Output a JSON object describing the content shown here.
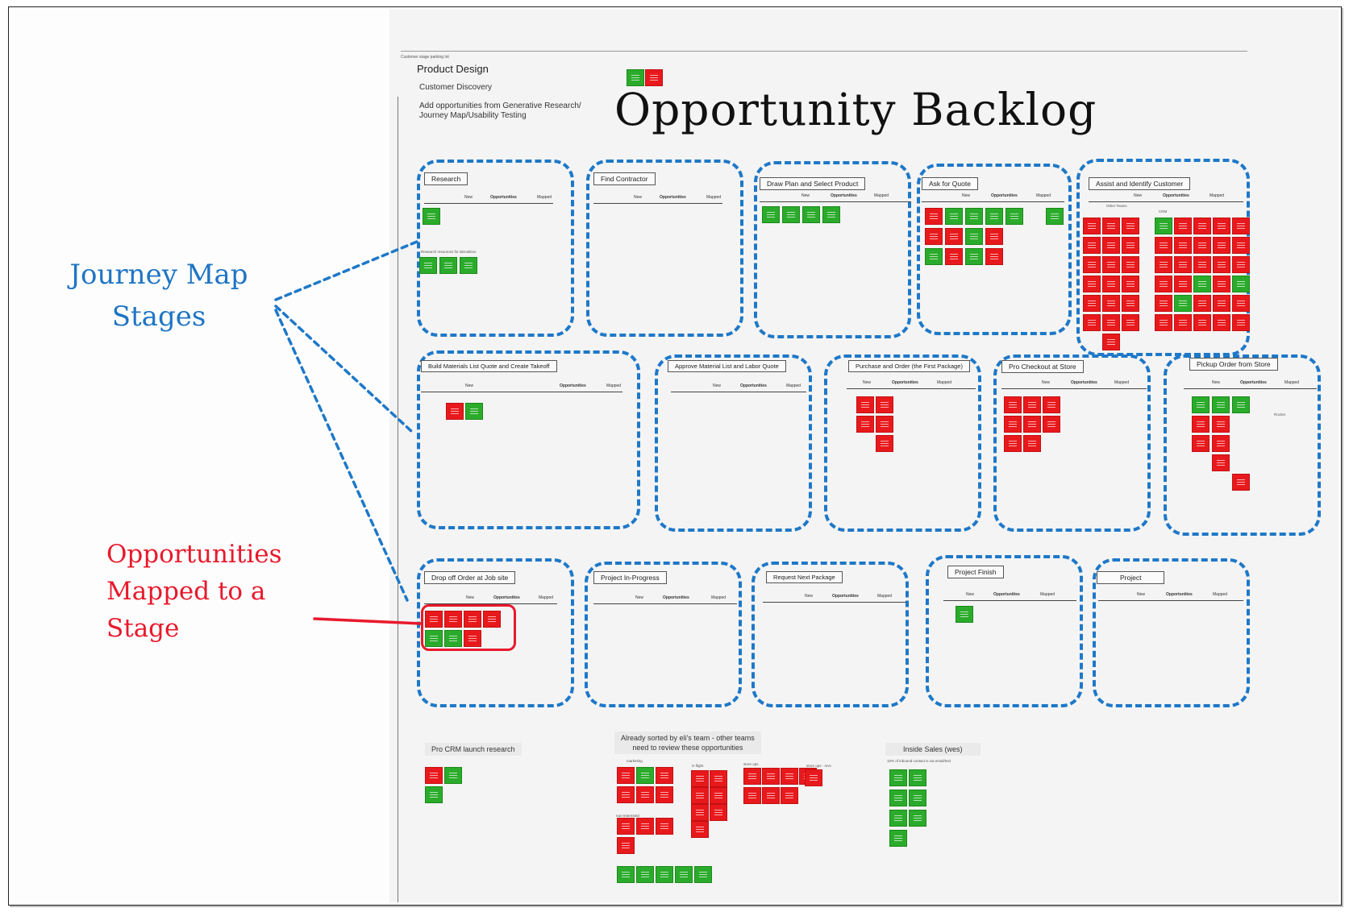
{
  "board": {
    "parking_label": "Customer stage parking lot",
    "product_design": "Product Design",
    "customer_discovery": "Customer Discovery",
    "add_note": "Add opportunities from Generative Research/\nJourney Map/Usability Testing",
    "title": "Opportunity Backlog"
  },
  "header_cols": {
    "new": "New",
    "opportunities": "Opportunities",
    "mapped": "Mapped"
  },
  "stages": [
    {
      "label": "Research",
      "sublabel": "Research resources for demolition"
    },
    {
      "label": "Find Contractor"
    },
    {
      "label": "Draw Plan and Select Product"
    },
    {
      "label": "Ask for Quote"
    },
    {
      "label": "Assist and Identify Customer",
      "sublabel_a": "Other Teams",
      "sublabel_b": "CRM"
    },
    {
      "label": "Build Materials List Quote and Create Takeoff"
    },
    {
      "label": "Approve Material List and Labor Quote"
    },
    {
      "label": "Purchase and Order (the First Package)"
    },
    {
      "label": "Pro Checkout at Store"
    },
    {
      "label": "Pickup Order from Store",
      "sublabel": "Rocket"
    },
    {
      "label": "Drop off Order at Job site"
    },
    {
      "label": "Project In-Progress"
    },
    {
      "label": "Request Next Package"
    },
    {
      "label": "Project Finish"
    },
    {
      "label": "Project"
    }
  ],
  "bottom": {
    "pro_crm": "Pro CRM launch research",
    "already_sorted": "Already sorted by eli's team - other teams\nneed to review these opportunities",
    "sorted_cols": [
      "marketing",
      "in flight",
      "store ops",
      "store ops - mvs"
    ],
    "non_interested": "non-interested",
    "inside_sales": "Inside Sales (wes)",
    "inside_sales_note": "10% of inbound contact is via email/text"
  },
  "annotations": {
    "journey": "Journey Map\nStages",
    "mapped": "Opportunities\nMapped to a\nStage"
  },
  "colors": {
    "green_note": "#2bab2b",
    "red_note": "#e8191c",
    "stage_border": "#1e78c8",
    "annotation_red": "#e8192c"
  }
}
